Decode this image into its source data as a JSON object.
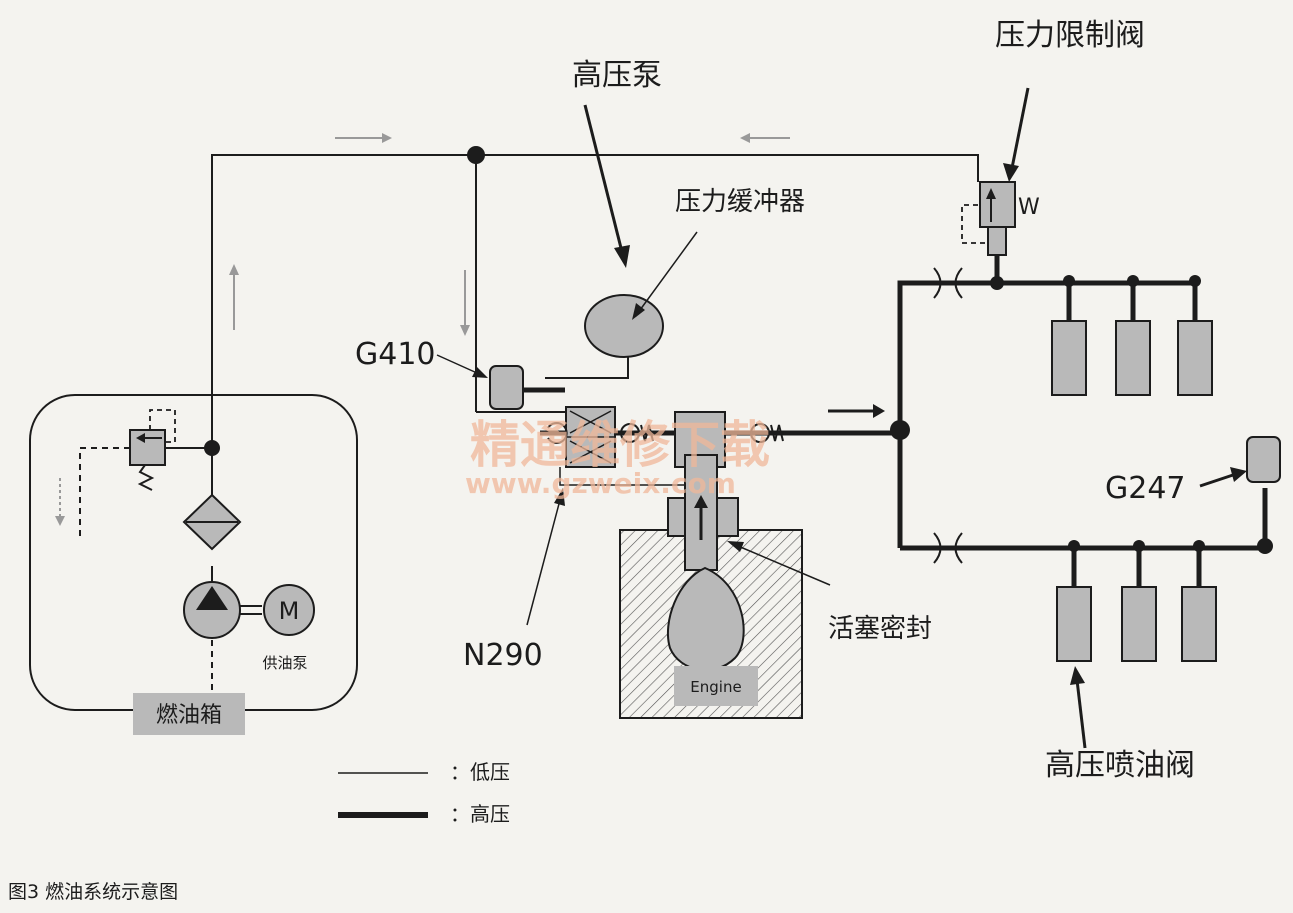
{
  "labels": {
    "high_pressure_pump": "高压泵",
    "pressure_limit_valve": "压力限制阀",
    "pressure_damper": "压力缓冲器",
    "g410": "G410",
    "g247": "G247",
    "n290": "N290",
    "piston_seal": "活塞密封",
    "hp_injector": "高压喷油阀",
    "fuel_tank": "燃油箱",
    "supply_pump": "供油泵",
    "motor": "M",
    "engine": "Engine",
    "valve_w": "W"
  },
  "legend": {
    "low": "：低压",
    "high": "：高压"
  },
  "watermark": {
    "title": "精通维修下载",
    "url": "www.gzweix.com"
  },
  "caption": "图3   燃油系统示意图",
  "colors": {
    "line": "#1c1c1c",
    "component_fill": "#b9b9b9",
    "flow_arrow": "#999999",
    "watermark": "#f0b89a",
    "background": "#f4f3ef"
  }
}
